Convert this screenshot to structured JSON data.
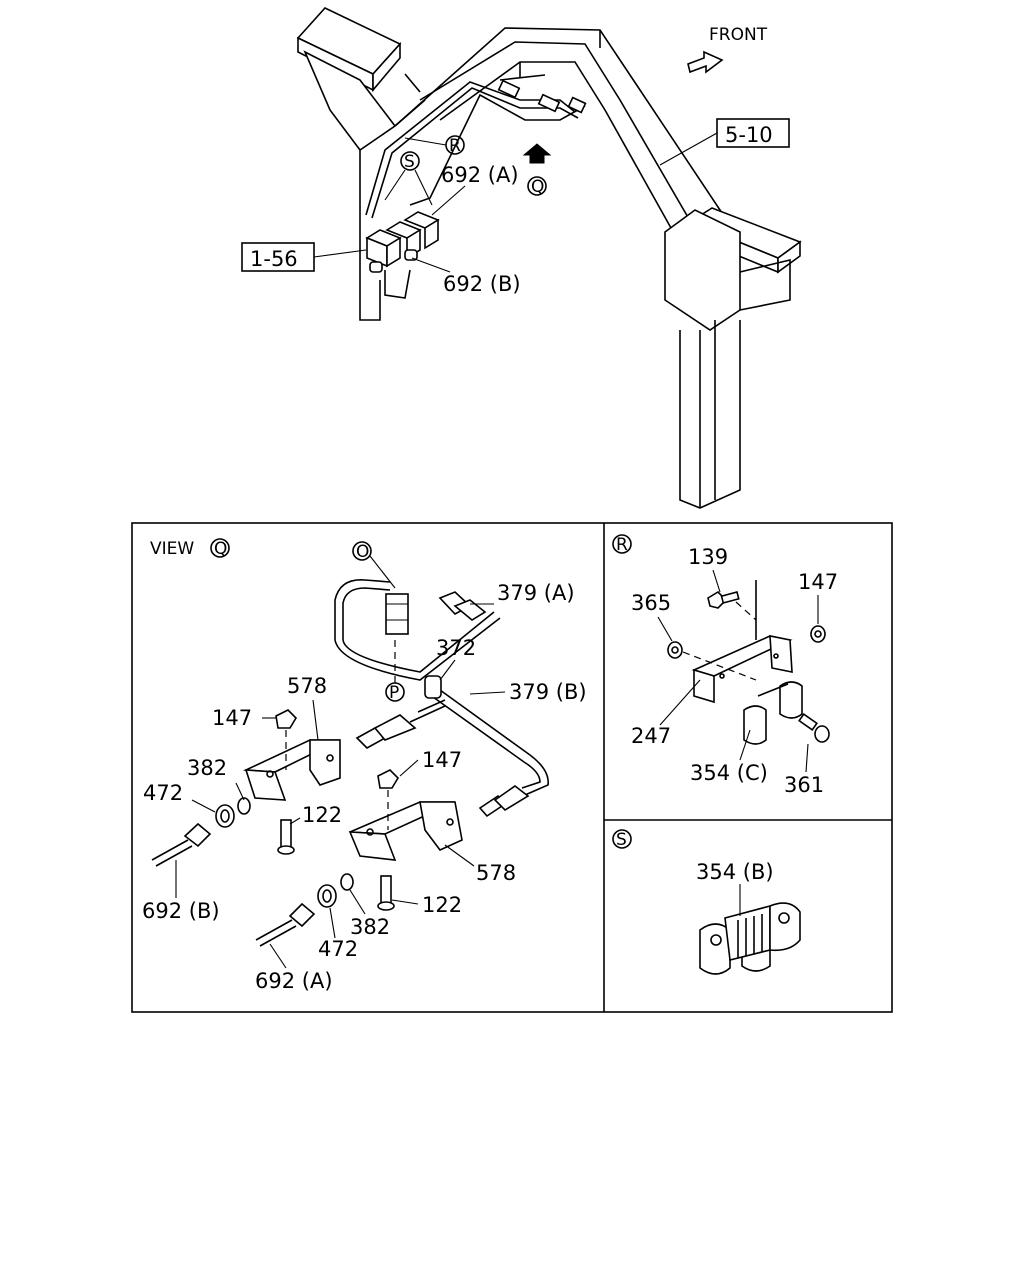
{
  "top": {
    "front_label": "FRONT",
    "box_5_10": "5-10",
    "box_1_56": "1-56",
    "label_692a": "692 (A)",
    "label_692b": "692 (B)",
    "callout_r": "R",
    "callout_s": "S",
    "callout_q": "Q"
  },
  "view_q": {
    "title": "VIEW",
    "title_callout": "Q",
    "callout_o": "O",
    "callout_p": "P",
    "labels": {
      "p379a": "379 (A)",
      "p379b": "379 (B)",
      "p372": "372",
      "p578_upper": "578",
      "p578_lower": "578",
      "p147_left": "147",
      "p147_right": "147",
      "p382_left": "382",
      "p382_right": "382",
      "p472_left": "472",
      "p472_right": "472",
      "p122_left": "122",
      "p122_right": "122",
      "p692b": "692 (B)",
      "p692a": "692 (A)"
    }
  },
  "view_r": {
    "callout": "R",
    "labels": {
      "p139": "139",
      "p147": "147",
      "p365": "365",
      "p247": "247",
      "p354c": "354 (C)",
      "p361": "361"
    }
  },
  "view_s": {
    "callout": "S",
    "labels": {
      "p354b": "354 (B)"
    }
  }
}
